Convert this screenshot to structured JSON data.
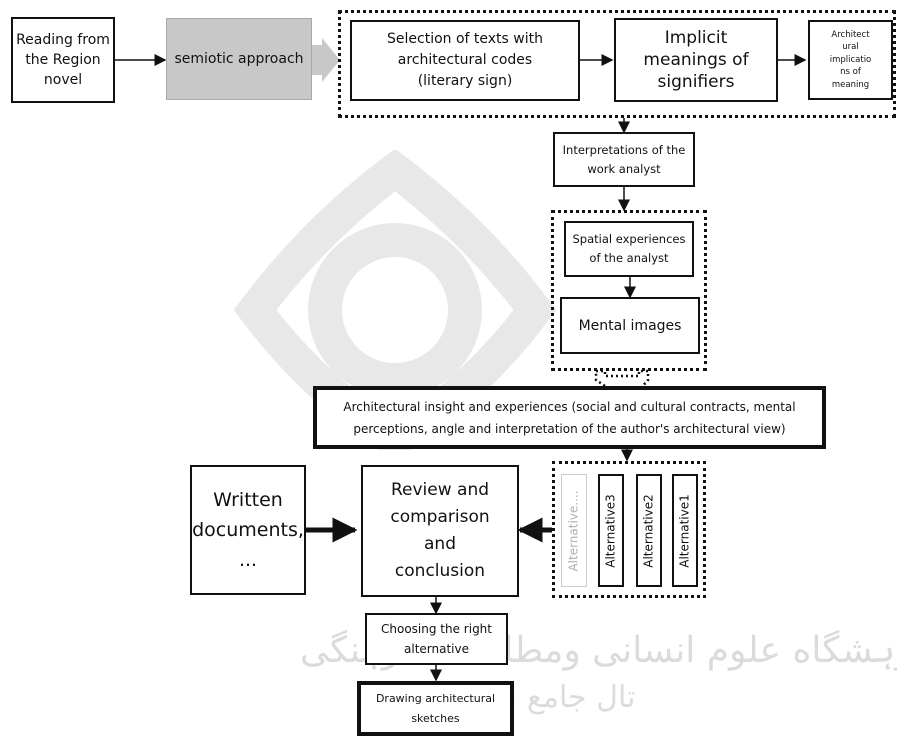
{
  "nodes": {
    "reading": "Reading from\nthe Region\nnovel",
    "semiotic": "semiotic approach",
    "selection": "Selection of texts with\narchitectural codes\n(literary sign)",
    "implicit": "Implicit\nmeanings of\nsignifiers",
    "arch_impl": "Architect\nural\nimplicatio\nns of\nmeaning",
    "interpretations": "Interpretations of the\nwork analyst",
    "spatial": "Spatial experiences\nof the analyst",
    "mental": "Mental images",
    "insight": "Architectural insight and experiences (social and cultural contracts, mental\nperceptions, angle and interpretation of the author's architectural view)",
    "written": "Written\ndocuments,\n...",
    "review": "Review and\ncomparison\nand\nconclusion",
    "choosing": "Choosing the right\nalternative",
    "drawing": "Drawing architectural\nsketches"
  },
  "alternatives": [
    "Alternative....",
    "Alternative3",
    "Alternative2",
    "Alternative1"
  ],
  "watermark": {
    "line1": "ثروہشگاه علوم انسانی ومطالعات فرہنگی",
    "line2": "تال جامع علوم انسانی"
  },
  "colors": {
    "line": "#111111",
    "gray_box": "#c8c8c8",
    "faded_text": "#b0b0b0"
  }
}
